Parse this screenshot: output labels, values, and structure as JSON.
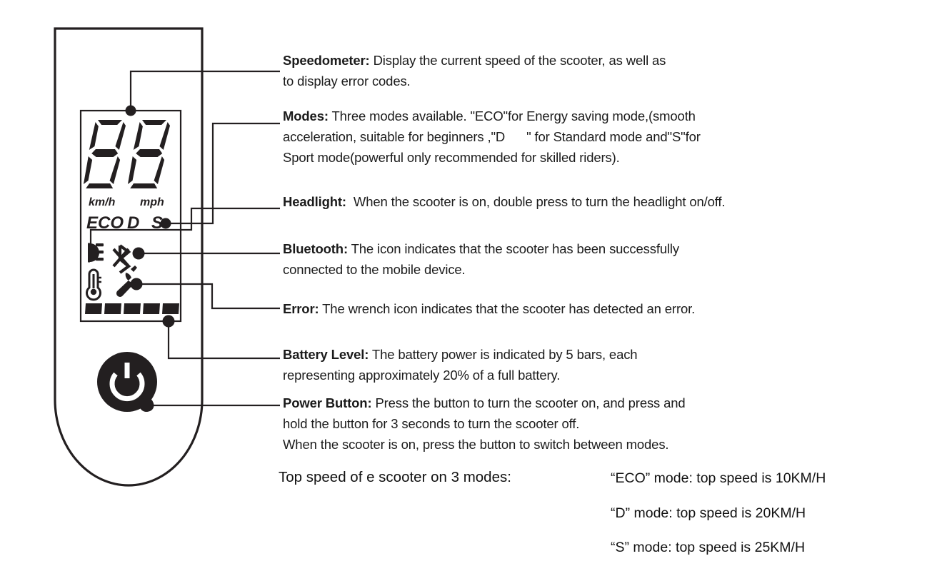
{
  "diagram": {
    "title": "E-scooter dashboard display callout diagram",
    "line_color": "#231f20",
    "background": "#ffffff"
  },
  "display": {
    "speed_digits": "88",
    "unit_left": "km/h",
    "unit_right": "mph",
    "modes": [
      "ECO",
      "D",
      "S"
    ],
    "icons": [
      "headlight-icon",
      "bluetooth-icon",
      "thermometer-icon",
      "wrench-icon"
    ],
    "battery_bars": 5,
    "power_button_icon": "power-icon"
  },
  "callouts": [
    {
      "key": "speedometer",
      "label": "Speedometer:",
      "text": " Display the current speed of the scooter, as well as\nto display error codes."
    },
    {
      "key": "modes",
      "label": "Modes:",
      "text": " Three modes available. \"ECO\"for Energy saving mode,(smooth\nacceleration, suitable for beginners ,\"D      \" for Standard mode and\"S\"for\nSport mode(powerful only recommended for skilled riders)."
    },
    {
      "key": "headlight",
      "label": "Headlight:",
      "text": "  When the scooter is on, double press to turn the headlight on/off."
    },
    {
      "key": "bluetooth",
      "label": "Bluetooth:",
      "text": " The icon indicates that the scooter has been successfully\nconnected to the mobile device."
    },
    {
      "key": "error",
      "label": "Error:",
      "text": " The wrench icon indicates that the scooter has detected an error."
    },
    {
      "key": "battery-level",
      "label": "Battery Level:",
      "text": " The battery power is indicated by 5 bars, each\nrepresenting approximately 20% of a full battery."
    },
    {
      "key": "power-button",
      "label": "Power Button:",
      "text": " Press the button to turn the scooter on, and press and\nhold the button for 3 seconds to turn the scooter off.\nWhen the scooter is on, press the button to switch between modes."
    }
  ],
  "top_speed": {
    "lead_in": "Top speed of e scooter on 3 modes:",
    "rows": [
      "“ECO” mode: top speed is 10KM/H",
      "“D” mode: top speed is 20KM/H",
      "“S” mode: top speed is 25KM/H"
    ]
  }
}
